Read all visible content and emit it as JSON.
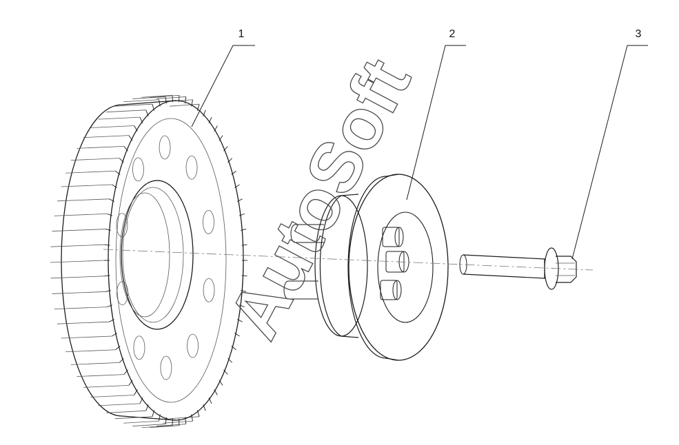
{
  "callouts": [
    {
      "id": "1",
      "label": "1"
    },
    {
      "id": "2",
      "label": "2"
    },
    {
      "id": "3",
      "label": "3"
    }
  ],
  "watermark": "AutoSoft",
  "colors": {
    "line": "#1a1a1a",
    "background": "#ffffff"
  }
}
